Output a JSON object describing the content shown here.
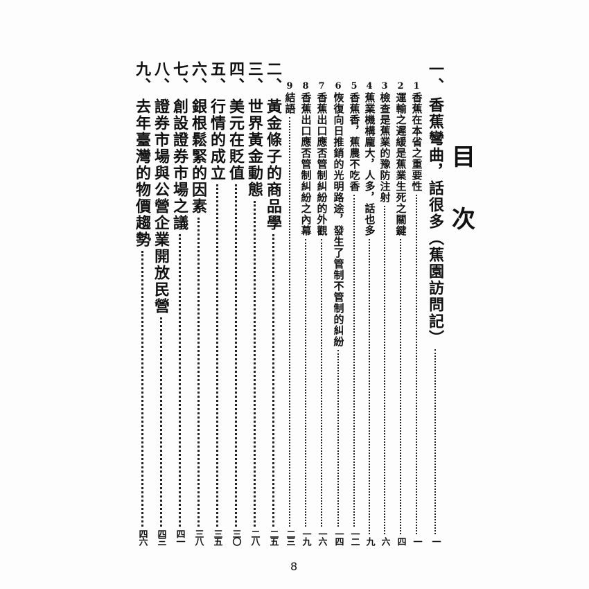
{
  "heading": {
    "char1": "目",
    "char2": "次"
  },
  "chapters": [
    {
      "numeral": "一、",
      "title": "香蕉彎曲，話很多（蕉園訪問記）",
      "page": "一",
      "sections": [
        {
          "num": "1",
          "title": "香蕉在本省之重要性",
          "page": "一"
        },
        {
          "num": "2",
          "title": "運輸之遲緩是蕉業生死之關鍵",
          "page": "四"
        },
        {
          "num": "3",
          "title": "檢查是蕉業的豫防注射",
          "page": "六"
        },
        {
          "num": "4",
          "title": "蕉業機構龐大，人多，話也多",
          "page": "九"
        },
        {
          "num": "5",
          "title": "香蕉香，蕉農不吃香",
          "page": "一二"
        },
        {
          "num": "6",
          "title": "恢復向日推銷的光明路途，發生了管制不管制的糾紛",
          "page": "一四"
        },
        {
          "num": "7",
          "title": "香蕉出口應否管制糾紛的外觀",
          "page": "一六"
        },
        {
          "num": "8",
          "title": "香蕉出口應否管制糾紛之內幕",
          "page": "一九"
        },
        {
          "num": "9",
          "title": "結語",
          "page": "二三"
        }
      ]
    },
    {
      "numeral": "二、",
      "title": "黃金條子的商品學",
      "page": "二五"
    },
    {
      "numeral": "三、",
      "title": "世界黃金動態",
      "page": "二八"
    },
    {
      "numeral": "四、",
      "title": "美元在貶值",
      "page": "三〇"
    },
    {
      "numeral": "五、",
      "title": "行情的成立",
      "page": "三五"
    },
    {
      "numeral": "六、",
      "title": "銀根鬆緊的因素",
      "page": "三八"
    },
    {
      "numeral": "七、",
      "title": "創設證券市場之議",
      "page": "四一"
    },
    {
      "numeral": "八、",
      "title": "證券市場與公營企業開放民營",
      "page": "四三"
    },
    {
      "numeral": "九、",
      "title": "去年臺灣的物價趨勢",
      "page": "四六"
    }
  ],
  "footer": {
    "page_number": "8"
  }
}
